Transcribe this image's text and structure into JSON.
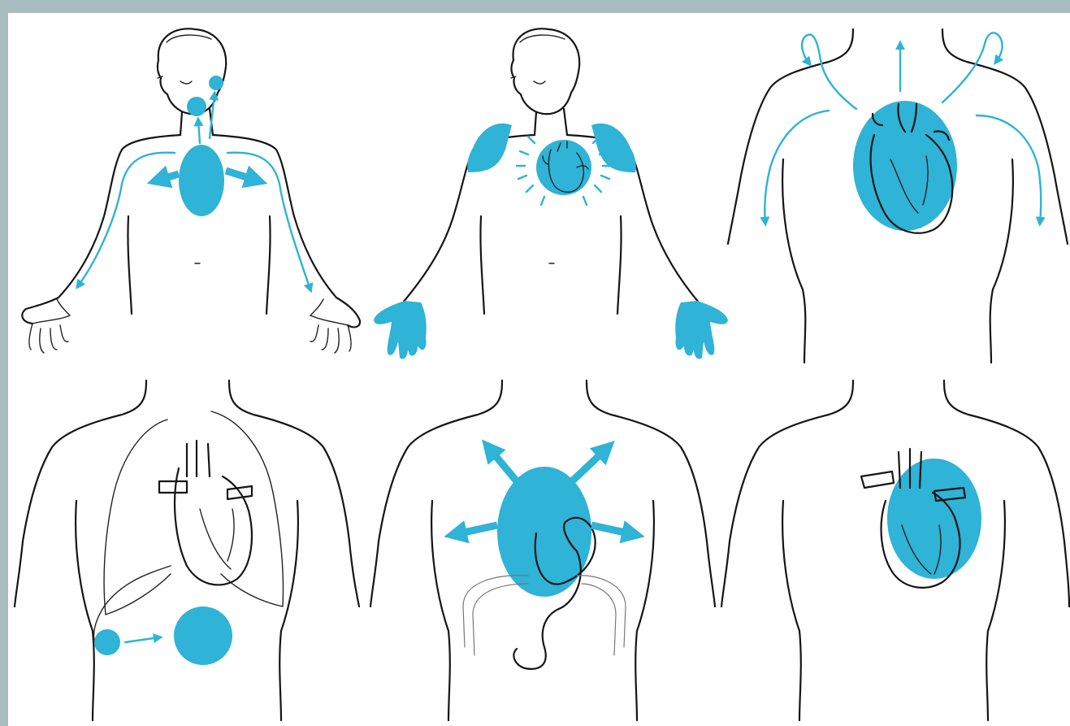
{
  "colors": {
    "accent": "#2fb3d6",
    "background": "#a9bcbf",
    "canvas": "#ffffff",
    "ink": "#151515"
  },
  "panels": [
    {
      "id": "panel-1",
      "icon": "radiating-chest-pain-to-jaw-and-arms-icon"
    },
    {
      "id": "panel-2",
      "icon": "heart-pain-shoulders-and-palms-icon"
    },
    {
      "id": "panel-3",
      "icon": "heart-pain-radiating-back-and-arms-icon"
    },
    {
      "id": "panel-4",
      "icon": "abdominal-to-chest-pain-icon"
    },
    {
      "id": "panel-5",
      "icon": "stomach-chest-pain-radiating-icon"
    },
    {
      "id": "panel-6",
      "icon": "localized-heart-pain-icon"
    }
  ]
}
